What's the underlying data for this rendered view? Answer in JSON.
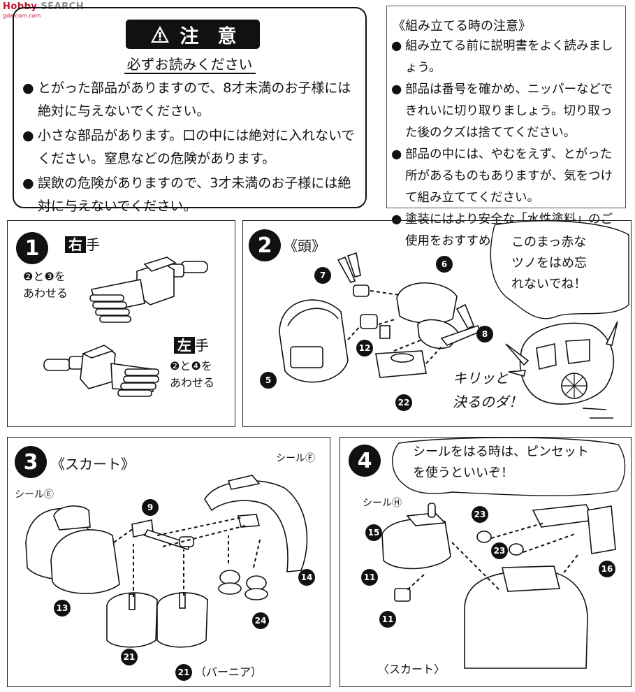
{
  "watermark": {
    "logo_text": "Hobby",
    "site_text": "SEARCH",
    "url": "gda.com.com"
  },
  "warning": {
    "title": "注　意",
    "subtitle": "必ずお読みください",
    "items": [
      "とがった部品がありますので、8才未満のお子様には絶対に与えないでください。",
      "小さな部品があります。口の中には絶対に入れないでください。窒息などの危険があります。",
      "誤飲の危険がありますので、3才未満のお子様には絶対に与えないでください。"
    ]
  },
  "assembly_notes": {
    "title": "《組み立てる時の注意》",
    "items": [
      "組み立てる前に説明書をよく読みましょう。",
      "部品は番号を確かめ、ニッパーなどできれいに切り取りましょう。切り取った後のクズは捨ててください。",
      "部品の中には、やむをえず、とがった所があるものもありますが、気をつけて組み立ててください。",
      "塗装にはより安全な「水性塗料」のご使用をおすすめします。"
    ]
  },
  "step1": {
    "number": "1",
    "right_hand": {
      "box": "右",
      "text": "手",
      "note_line1": "❷と❸を",
      "note_line2": "あわせる"
    },
    "left_hand": {
      "box": "左",
      "text": "手",
      "note_line1": "❷と❹を",
      "note_line2": "あわせる"
    }
  },
  "step2": {
    "number": "2",
    "title": "《頭》",
    "parts": [
      "7",
      "6",
      "12",
      "8",
      "5",
      "22"
    ],
    "bubble_lines": [
      "このまっ赤な",
      "ツノをはめ忘",
      "れないでね！"
    ],
    "exclaim_lines": [
      "キリッと",
      "決るのダ！"
    ]
  },
  "step3": {
    "number": "3",
    "title": "《スカート》",
    "seal_f": "シールⒻ",
    "seal_e": "シールⒺ",
    "parts": [
      "9",
      "13",
      "14",
      "24",
      "21",
      "21"
    ],
    "vernier": "（バーニア）"
  },
  "step4": {
    "number": "4",
    "bubble_lines": [
      "シールをはる時は、ピンセット",
      "を使うといいぞ！"
    ],
    "seal_h": "シールⒽ",
    "parts": [
      "15",
      "23",
      "23",
      "11",
      "16",
      "11"
    ],
    "skirt": "〈スカート〉"
  }
}
